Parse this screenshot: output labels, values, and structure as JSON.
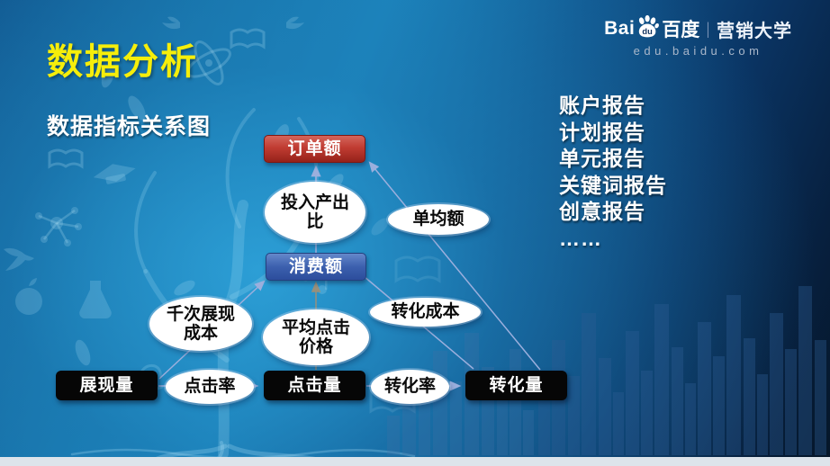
{
  "slide": {
    "title": "数据分析",
    "subtitle": "数据指标关系图"
  },
  "logo": {
    "bai": "Bai",
    "du": "du",
    "brand_cn": "百度",
    "divider": "|",
    "org": "营销大学",
    "url": "edu.baidu.com"
  },
  "diagram": {
    "nodes": {
      "order": {
        "label": "订单额"
      },
      "roi": {
        "label": "投入产出\n比"
      },
      "avg_order": {
        "label": "单均额"
      },
      "spend": {
        "label": "消费额"
      },
      "cpm": {
        "label": "千次展现\n成本"
      },
      "cpc": {
        "label": "平均点击\n价格"
      },
      "conv_cost": {
        "label": "转化成本"
      },
      "impressions": {
        "label": "展现量"
      },
      "ctr": {
        "label": "点击率"
      },
      "clicks": {
        "label": "点击量"
      },
      "conv_rate": {
        "label": "转化率"
      },
      "conversions": {
        "label": "转化量"
      }
    }
  },
  "reports": {
    "items": [
      "账户报告",
      "计划报告",
      "单元报告",
      "关键词报告",
      "创意报告",
      "……"
    ]
  },
  "colors": {
    "title_yellow": "#f6ee0a",
    "box_red": "#c03c32",
    "box_blue": "#3c60ae",
    "box_black": "#060606",
    "connector": "#9bafdd",
    "bg_bright": "#1b84bd",
    "bg_dark": "#061628"
  }
}
